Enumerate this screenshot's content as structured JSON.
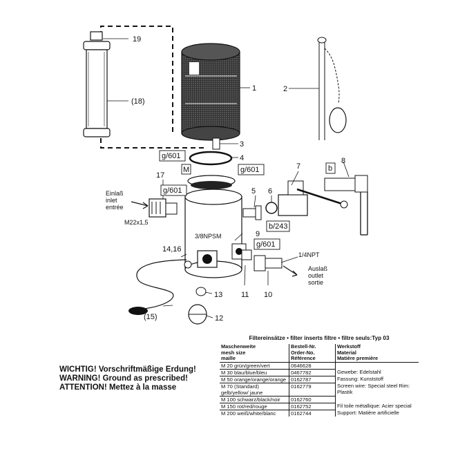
{
  "callouts": {
    "c19": "19",
    "c18": "(18)",
    "c1": "1",
    "c2": "2",
    "c3": "3",
    "c4": "4",
    "c7": "7",
    "c8": "8",
    "c17": "17",
    "c5": "5",
    "c6": "6",
    "c9": "9",
    "c1416": "14,16",
    "c13": "13",
    "c11": "11",
    "c10": "10",
    "c12": "12",
    "c15": "(15)",
    "g601_a": "g/601",
    "g601_b": "g/601",
    "g601_c": "g/601",
    "g601_d": "g/601",
    "b": "b",
    "b243": "b/243",
    "M": "M"
  },
  "inlet": {
    "l1": "Einlaß",
    "l2": "inlet",
    "l3": "entrée",
    "thread": "M22x1,5"
  },
  "outlet": {
    "l1": "Auslaß",
    "l2": "outlet",
    "l3": "sortie",
    "thread": "1/4NPT"
  },
  "npsm": "3/8NPSM",
  "warning": {
    "de": "WICHTIG! Vorschriftmäßige Erdung!",
    "en": "WARNING! Ground as prescribed!",
    "fr": "ATTENTION! Mettez à la masse"
  },
  "filter_table": {
    "title": "Filtereinsätze • filter inserts filtre • filtre seuls:Typ 03",
    "headers": [
      [
        "Maschenweite",
        "mesh size",
        "maille"
      ],
      [
        "Bestell-Nr.",
        "Order-No.",
        "Référence"
      ],
      [
        "Werkstoff",
        "Material",
        "Matière première"
      ]
    ],
    "rows": [
      {
        "mesh": "M 20 grün/green/vert",
        "order": "0646628",
        "material": ""
      },
      {
        "mesh": "M 30 blau/blue/bleu",
        "order": "0467782",
        "material": "Gewebe: Edelstahl"
      },
      {
        "mesh": "M 50 orange/orange/orange",
        "order": "0162787",
        "material": "Fassung: Kunststoff"
      },
      {
        "mesh": "M 70 (Standard) gelb/yellow/ jaune",
        "order": "0162779",
        "material": "Screen wire: Special steel Rim: Plastik"
      },
      {
        "mesh": "M 100 schwarz/black/noir",
        "order": "0162760",
        "material": ""
      },
      {
        "mesh": "M 150 rot/red/rouge",
        "order": "0162752",
        "material": "Fil toile métallique: Acier special"
      },
      {
        "mesh": "M 200 weiß/white/blanc",
        "order": "0162744",
        "material": "Support: Matière artificielle"
      }
    ]
  }
}
